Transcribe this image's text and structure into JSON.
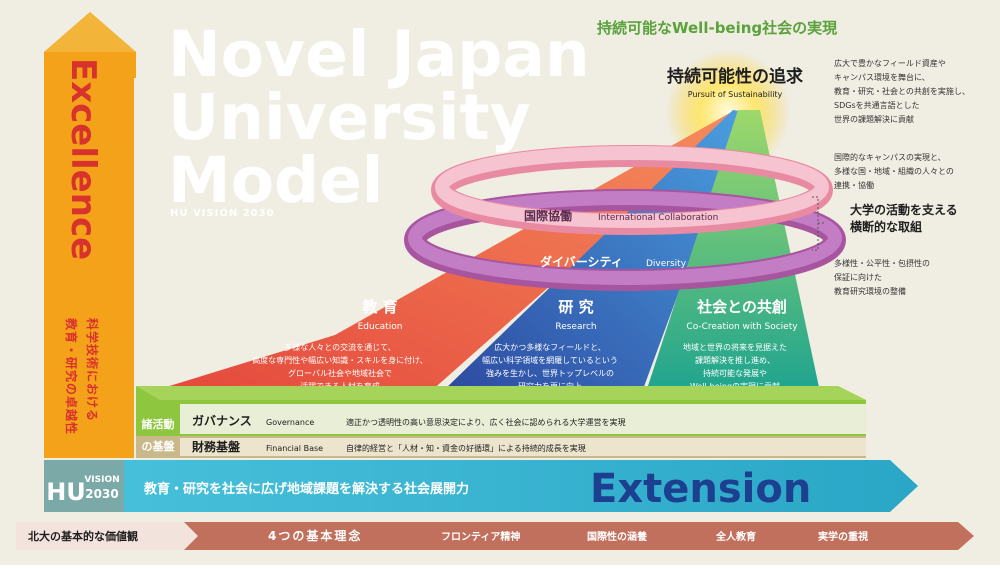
{
  "header": {
    "tagline": "持続可能なWell-being社会の実現",
    "title_lines": [
      "Novel Japan",
      "University",
      "Model"
    ],
    "subtitle": "HU VISION 2030"
  },
  "left_arrow": {
    "title": "Excellence",
    "caption_col1": "科学技術における",
    "caption_col2": "教育・研究の卓越性"
  },
  "apex": {
    "title": "持続可能性の追求",
    "subtitle": "Pursuit of Sustainability"
  },
  "rings": {
    "international": {
      "jp": "国際協働",
      "en": "International Collaboration"
    },
    "diversity": {
      "jp": "ダイバーシティ",
      "en": "Diversity"
    }
  },
  "beams": [
    {
      "jp": "教 育",
      "en": "Education",
      "desc": [
        "多様な人々との交流を通じて、",
        "高度な専門性や幅広い知識・スキルを身に付け、",
        "グローバル社会や地域社会で",
        "活躍できる人材を育成"
      ],
      "color": "#e8604a"
    },
    {
      "jp": "研 究",
      "en": "Research",
      "desc": [
        "広大かつ多様なフィールドと、",
        "幅広い科学領域を網羅しているという",
        "強みを生かし、世界トップレベルの",
        "研究力を更に向上"
      ],
      "color": "#3b57a8"
    },
    {
      "jp": "社会との共創",
      "en": "Co-Creation with Society",
      "desc": [
        "地域と世界の将来を見据えた",
        "課題解決を推し進め、",
        "持続可能な発展や",
        "Well-beingの実現に貢献"
      ],
      "color": "#3aae8f"
    }
  ],
  "right_notes": {
    "note1": [
      "広大で豊かなフィールド資産や",
      "キャンパス環境を舞台に、",
      "教育・研究・社会との共創を実施し、",
      "SDGsを共通言語とした",
      "世界の課題解決に貢献"
    ],
    "note2": [
      "国際的なキャンパスの実現と、",
      "多様な国・地域・組織の人々との",
      "連携・協働"
    ],
    "cross_label": [
      "大学の活動を支える",
      "横断的な取組"
    ],
    "note3": [
      "多様性・公平性・包摂性の",
      "保証に向けた",
      "教育研究環境の整備"
    ]
  },
  "foundation": {
    "side_label": [
      "諸活動",
      "の基盤"
    ],
    "rows": [
      {
        "jp": "ガバナンス",
        "en": "Governance",
        "desc": "適正かつ透明性の高い意思決定により、広く社会に認められる大学運営を実現"
      },
      {
        "jp": "財務基盤",
        "en": "Financial Base",
        "desc": "自律的経営と「人材・知・資金の好循環」による持続的成長を実現"
      }
    ]
  },
  "extension": {
    "badge_top": "VISION",
    "badge_bottom": "2030",
    "badge_logo": "HU",
    "text": "教育・研究を社会に広げ地域課題を解決する社会展開力",
    "title": "Extension"
  },
  "values_bar": {
    "label": "北大の基本的な価値観",
    "heading": "4つの基本理念",
    "items": [
      "フロンティア精神",
      "国際性の涵養",
      "全人教育",
      "実学の重視"
    ]
  },
  "colors": {
    "background": "#f0ede2",
    "excellence_orange": "#f5a21b",
    "extension_cyan": "#3bb8d3",
    "extension_title": "#1d3f8f",
    "ring_pink": "#f2a6b8",
    "ring_purple": "#b569b7",
    "base_green": "#8ec63f",
    "base_tan": "#c9b88a",
    "bar_brown": "#c2705e",
    "tagline_green": "#5aa23b"
  }
}
